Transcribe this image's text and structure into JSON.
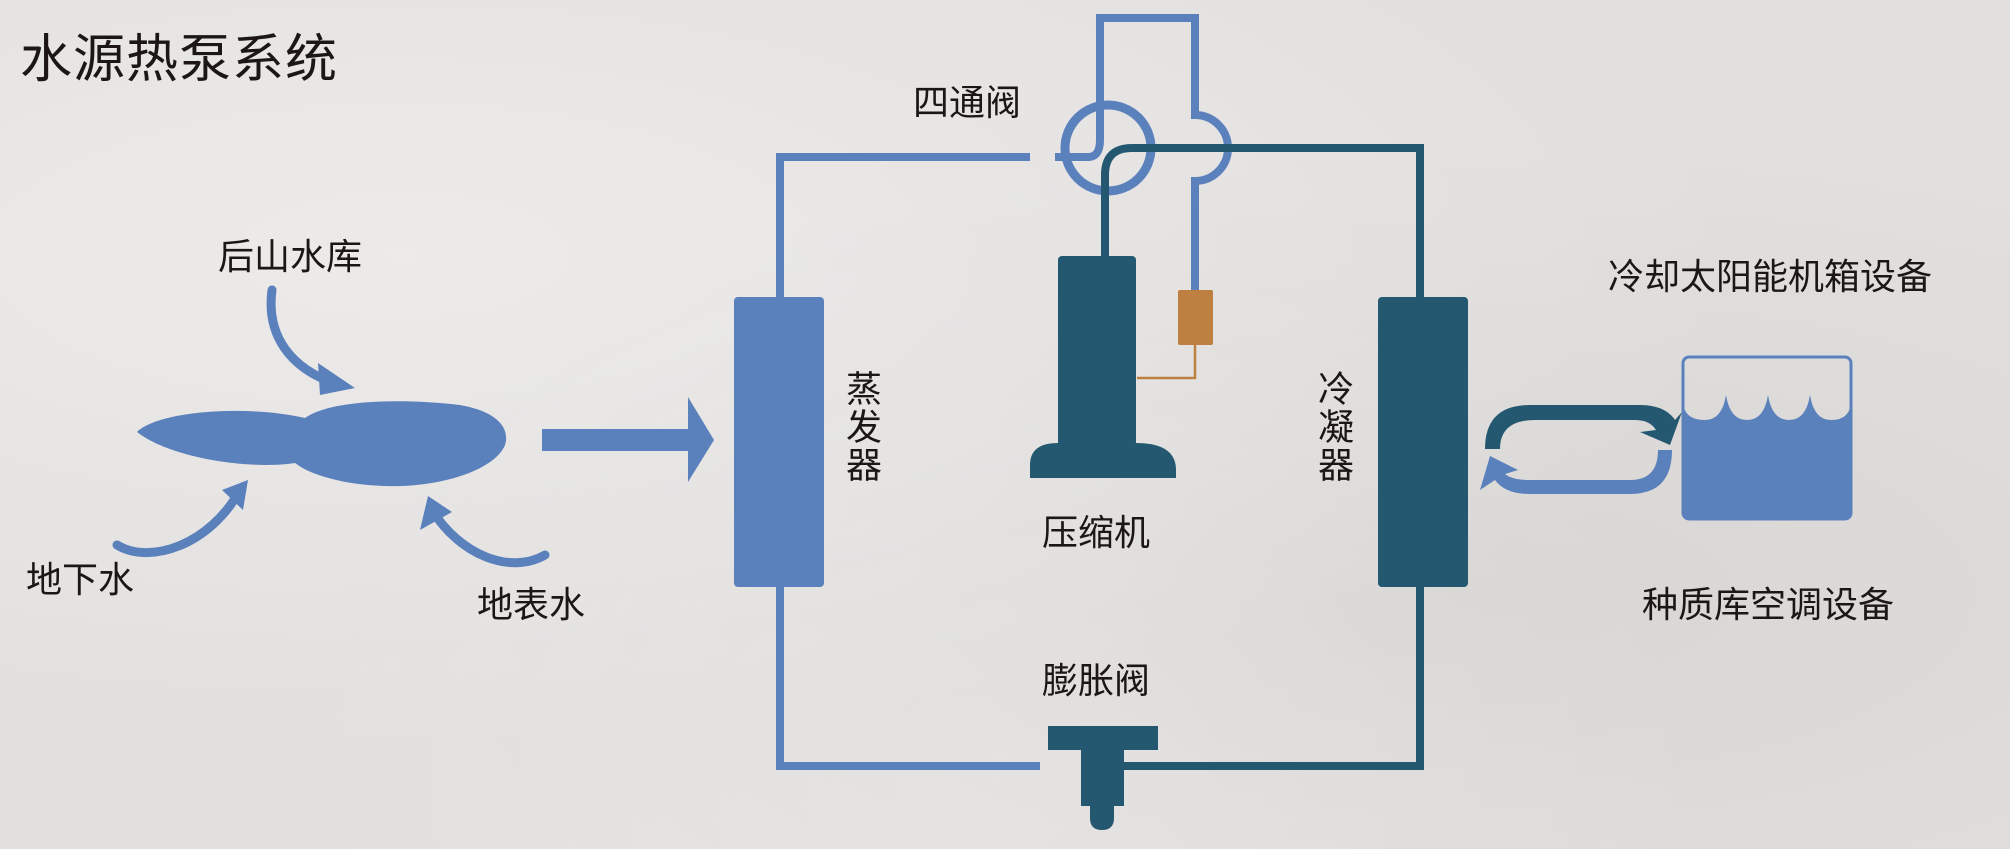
{
  "title": "水源热泵系统",
  "colors": {
    "light_blue": "#5b81bd",
    "dark_teal": "#245870",
    "copper": "#bd8040",
    "background": "#e2e0de",
    "text": "#1c1716"
  },
  "water_sources": {
    "reservoir": "后山水库",
    "groundwater": "地下水",
    "surface_water": "地表水"
  },
  "components": {
    "four_way_valve": "四通阀",
    "evaporator": "蒸发器",
    "compressor": "压缩机",
    "condenser": "冷凝器",
    "expansion_valve": "膨胀阀"
  },
  "equipment": {
    "solar_cabinet_cooling": "冷却太阳能机箱设备",
    "germplasm_ac": "种质库空调设备"
  }
}
